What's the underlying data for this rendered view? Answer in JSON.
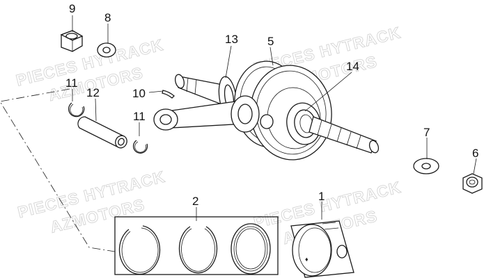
{
  "watermark": {
    "line1": "PIECES HYTRACK",
    "line2": "AZMOTORS"
  },
  "callouts": {
    "piston": "1",
    "ring_set": "2",
    "crankshaft": "5",
    "nut_right": "6",
    "washer_right": "7",
    "washer_left": "8",
    "nut_left": "9",
    "key": "10",
    "circlip_upper": "11",
    "circlip_lower": "11",
    "piston_pin": "12",
    "bearing_left": "13",
    "bearing_right": "14"
  }
}
